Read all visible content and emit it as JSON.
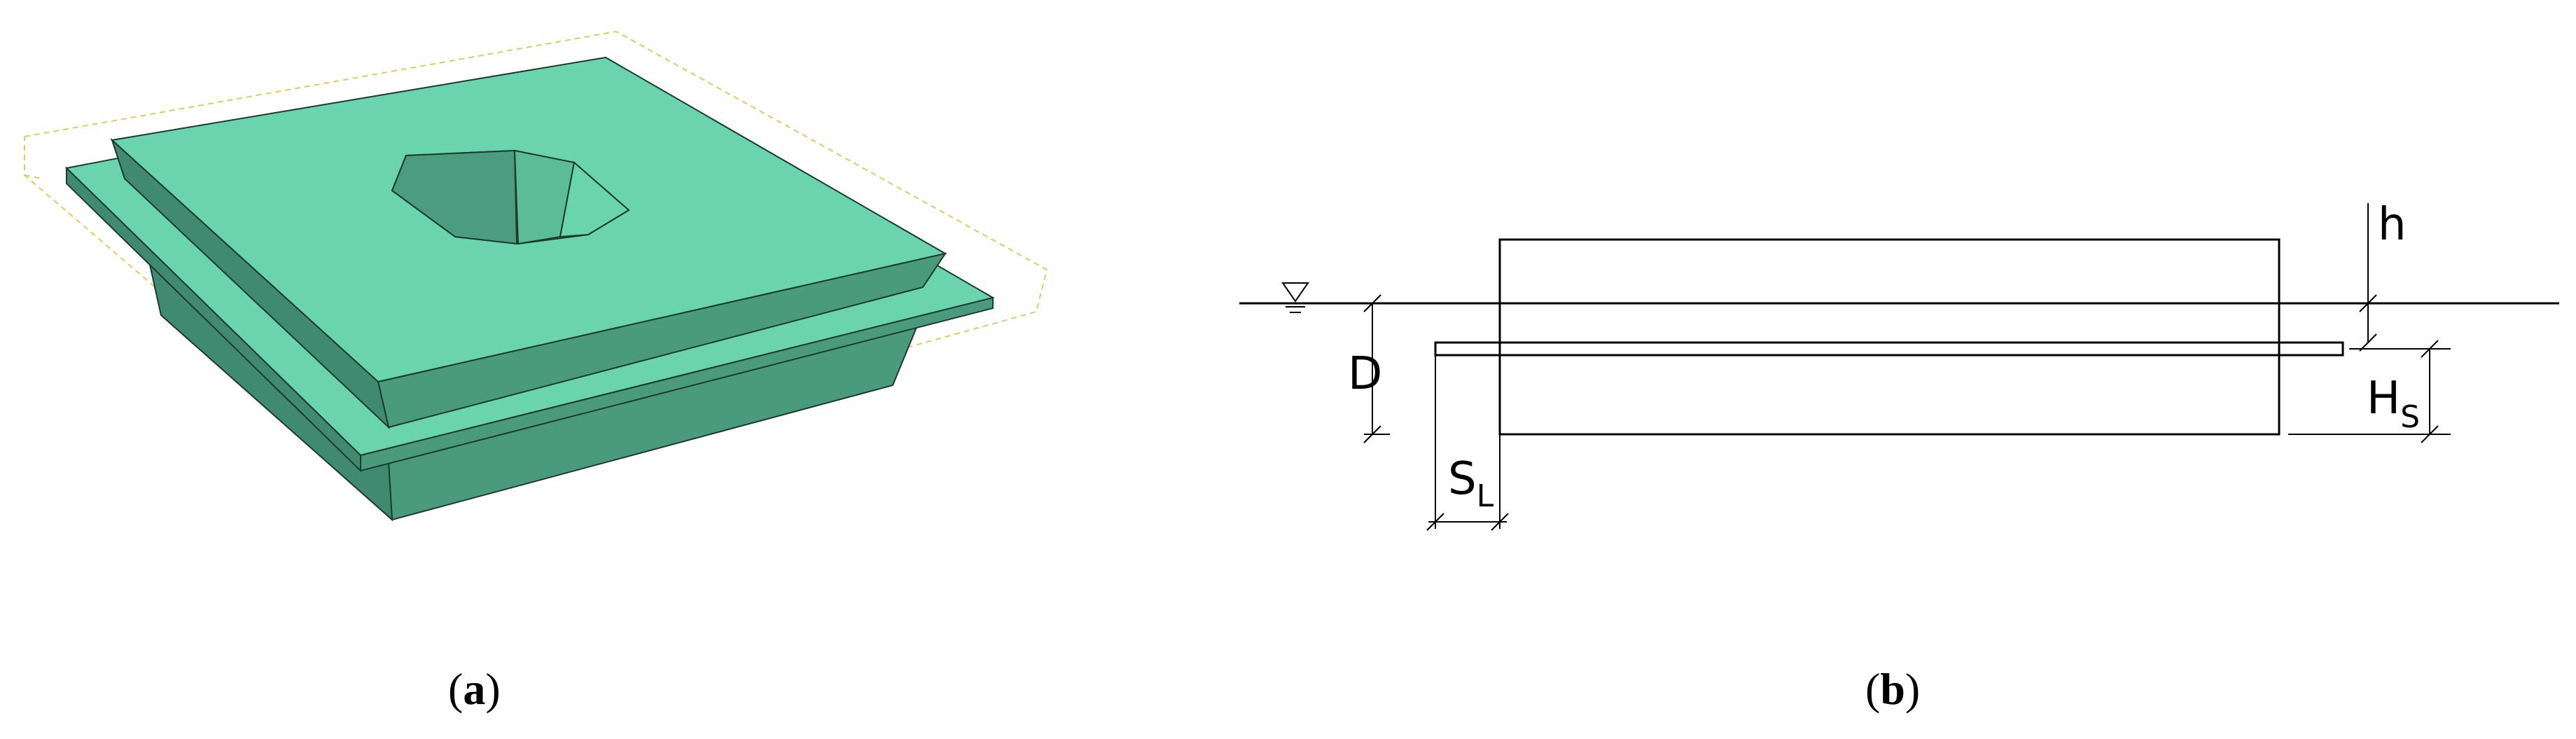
{
  "panel_a": {
    "caption_open": "(",
    "caption_letter": "a",
    "caption_close": ")"
  },
  "panel_b": {
    "caption_open": "(",
    "caption_letter": "b",
    "caption_close": ")",
    "labels": {
      "h": "h",
      "D": "D",
      "H": "H",
      "H_sub": "S",
      "S": "S",
      "S_sub": "L"
    },
    "water_level_symbol": "water-level-triangle-icon"
  },
  "colors": {
    "model_green": "#6ad4ae",
    "model_edge": "#1c3a30",
    "bbox_dash": "#d8cf5a",
    "ink": "#000000"
  }
}
